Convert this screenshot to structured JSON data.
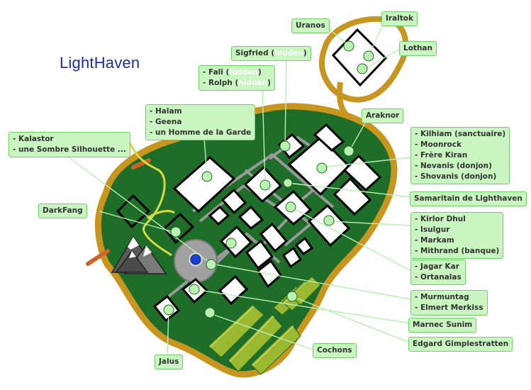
{
  "title": "LightHaven",
  "labels": {
    "uranos": "Uranos",
    "iraltok": "Iraltok",
    "lothan": "Lothan",
    "sigfried": {
      "name": "Sigfried (",
      "hidden": "hidden",
      "close": ")"
    },
    "fali": {
      "name": "- Fali (",
      "hidden": "hidden",
      "close": ")"
    },
    "rolph": {
      "name": "- Rolph (",
      "hidden": "hidden",
      "close": ")"
    },
    "halam_group": [
      "- Halam",
      "- Geena",
      "- un Homme de la Garde"
    ],
    "kalastor_group": [
      "- Kalastor",
      "- une Sombre Silhouette ..."
    ],
    "araknor": "Araknor",
    "kilhiam_group": [
      "- Kilhiam (sanctuaire)",
      "- Moonrock",
      "- Frère Kiran",
      "- Nevanis (donjon)",
      "- Shovanis (donjon)"
    ],
    "samaritain": "Samaritain de Lighthaven",
    "darkfang": "DarkFang",
    "kirlor_group": [
      "- Kirlor Dhul",
      "- Isulgur",
      "- Markam",
      "- Mithrand (banque)"
    ],
    "jagar_group": [
      "- Jagar Kar",
      "- Ortanalas"
    ],
    "murmuntag_group": [
      "- Murmuntag",
      "- Elmert Merkiss"
    ],
    "marnec": "Marnec Sunim",
    "edgard": "Edgard Gimplestratten",
    "cochons": "Cochons",
    "jalus": "Jalus"
  },
  "colors": {
    "title": "#1c2fa0",
    "land": "#1e6e2a",
    "shore": "#c8961e",
    "label_bg": "#c8f5c0",
    "label_border": "#6fd06a",
    "road": "#9a9a9a",
    "field": "#9ab830",
    "fountain": "#1a3fd0",
    "path": "#e0e040"
  }
}
